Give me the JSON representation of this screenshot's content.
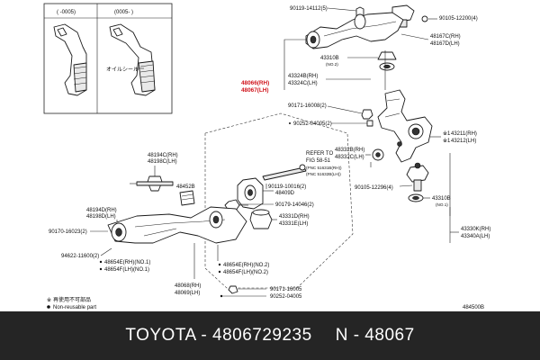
{
  "inset": {
    "left_label": "( -0005)",
    "right_label": "(0005- )",
    "oil_seal_label": "オイルシール"
  },
  "callouts": {
    "c90119_14112": "90119-14112(5)",
    "c90105_12200": "90105-12200(4)",
    "c48167c": "48167C(RH)",
    "c48167d": "48167D(LH)",
    "c43310b_top": "43310B",
    "c43310b_top_no": "(NO.2)",
    "c48066": "48066(RH)",
    "c48067": "48067(LH)",
    "c43324b": "43324B(RH)",
    "c43324c": "43324C(LH)",
    "c90171_16008": "90171-16008(2)",
    "c90252_04005_top": "90252-04005(2)",
    "c43211": "43211(RH)",
    "c43212": "43212(LH)",
    "c43211_mark": "※1",
    "c43212_mark": "※1",
    "c48332b": "48332B(RH)",
    "c48332c": "48332C(LH)",
    "c48194c": "48194C(RH)",
    "c48198c": "48198C(LH)",
    "refer_line1": "REFER TO",
    "refer_line2": "FIG 58-51",
    "refer_line3": "(PNC 51631B(RH))",
    "refer_line4": "(PNC 51632B(LH))",
    "c48452b": "48452B",
    "c48409d": "48409D",
    "c90119_10016": "90119-10016(2)",
    "c90105_12296": "90105-12296(4)",
    "c43310b_low": "43310B",
    "c43310b_low_no": "(NO.1)",
    "c48194d": "48194D(RH)",
    "c48198d": "48198D(LH)",
    "c90179_14046": "90179-14046(2)",
    "c43331d": "43331D(RH)",
    "c43331e": "43331E(LH)",
    "c90170_16023": "90170-16023(2)",
    "c94622_11600": "94622-11600(2)",
    "c48654e_a": "48654E(RH)(NO.1)",
    "c48654f_a": "48654F(LH)(NO.1)",
    "c48654e_b": "48654E(RH)(NO.2)",
    "c48654f_b": "48654F(LH)(NO.2)",
    "c43330k": "43330K(RH)",
    "c43340a": "43340A(LH)",
    "c48068": "48068(RH)",
    "c48069": "48069(LH)",
    "c90171_16005": "90171-16005",
    "c90252_04005_low": "90252-04005"
  },
  "legend": {
    "reuse_mark": "※",
    "reuse_jp": "再使用不可部品",
    "reuse_en": "Non-reusable part"
  },
  "figure_code": "484500B",
  "caption": {
    "brand": "TOYOTA - 4806729235",
    "part_code": "N - 48067"
  },
  "colors": {
    "highlight": "#d0141c",
    "caption_bg": "#252525",
    "caption_text": "#ffffff"
  }
}
